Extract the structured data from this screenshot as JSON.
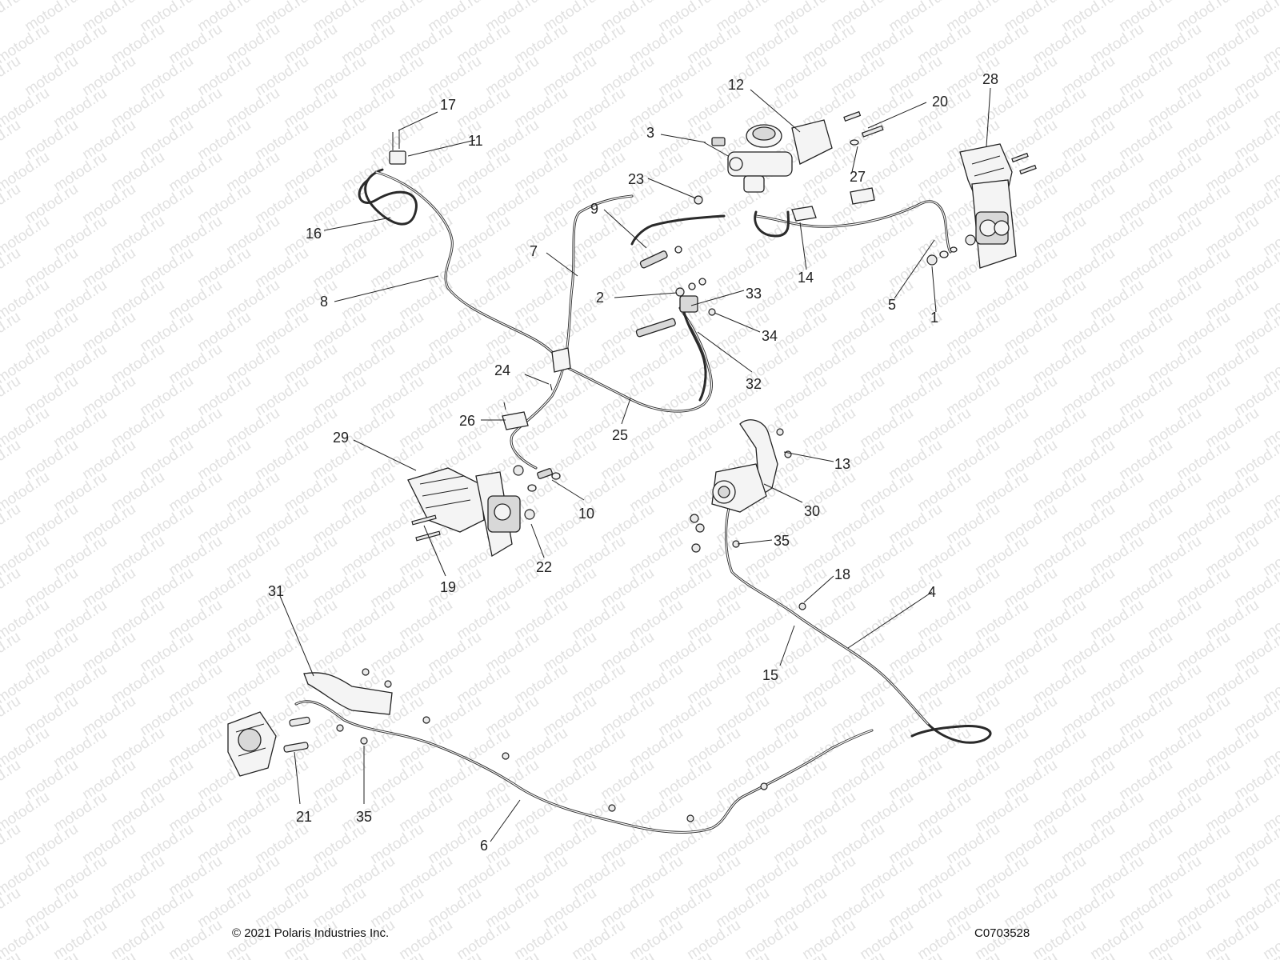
{
  "callouts": [
    {
      "id": "1",
      "label": "1"
    },
    {
      "id": "2",
      "label": "2"
    },
    {
      "id": "3",
      "label": "3"
    },
    {
      "id": "4",
      "label": "4"
    },
    {
      "id": "5",
      "label": "5"
    },
    {
      "id": "6",
      "label": "6"
    },
    {
      "id": "7",
      "label": "7"
    },
    {
      "id": "8",
      "label": "8"
    },
    {
      "id": "9",
      "label": "9"
    },
    {
      "id": "10",
      "label": "10"
    },
    {
      "id": "11",
      "label": "11"
    },
    {
      "id": "12",
      "label": "12"
    },
    {
      "id": "13",
      "label": "13"
    },
    {
      "id": "14",
      "label": "14"
    },
    {
      "id": "15",
      "label": "15"
    },
    {
      "id": "16",
      "label": "16"
    },
    {
      "id": "17",
      "label": "17"
    },
    {
      "id": "18",
      "label": "18"
    },
    {
      "id": "19",
      "label": "19"
    },
    {
      "id": "20",
      "label": "20"
    },
    {
      "id": "21",
      "label": "21"
    },
    {
      "id": "22",
      "label": "22"
    },
    {
      "id": "23",
      "label": "23"
    },
    {
      "id": "24",
      "label": "24"
    },
    {
      "id": "25",
      "label": "25"
    },
    {
      "id": "26",
      "label": "26"
    },
    {
      "id": "27",
      "label": "27"
    },
    {
      "id": "28",
      "label": "28"
    },
    {
      "id": "29",
      "label": "29"
    },
    {
      "id": "30",
      "label": "30"
    },
    {
      "id": "31",
      "label": "31"
    },
    {
      "id": "32",
      "label": "32"
    },
    {
      "id": "33",
      "label": "33"
    },
    {
      "id": "34",
      "label": "34"
    },
    {
      "id": "35a",
      "label": "35"
    },
    {
      "id": "35b",
      "label": "35"
    }
  ],
  "watermark": "motod.ru",
  "copyright": "© 2021 Polaris Industries Inc.",
  "drawing_number": "C0703528"
}
